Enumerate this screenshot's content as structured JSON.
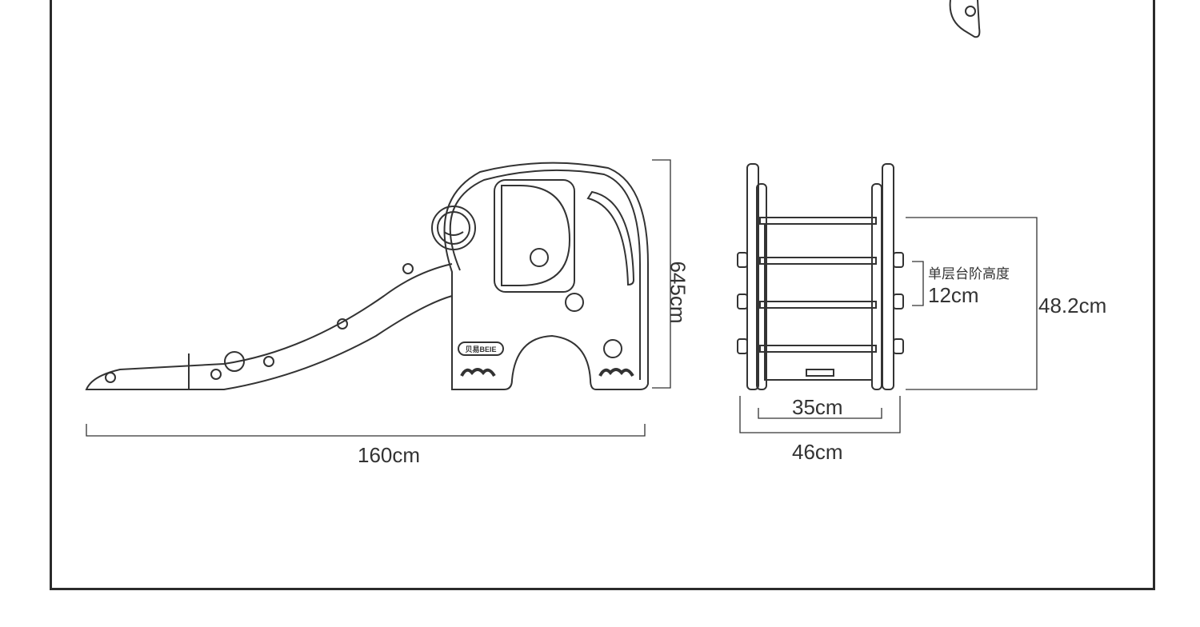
{
  "brand_logo": "贝易BEIE",
  "dimensions": {
    "length": "160cm",
    "height": "645cm",
    "inner_width": "35cm",
    "outer_width": "46cm",
    "platform_height": "48.2cm",
    "step_height_label": "单层台阶高度",
    "step_height": "12cm"
  }
}
